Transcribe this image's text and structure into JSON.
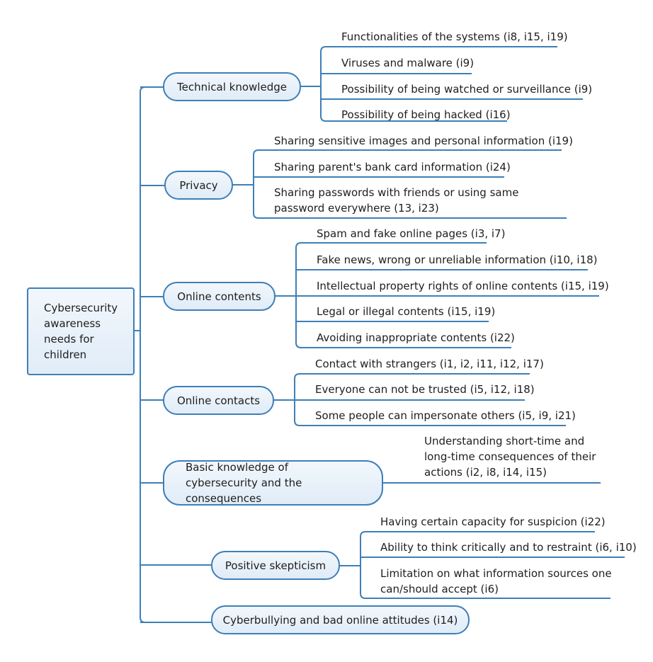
{
  "root": {
    "label": "Cybersecurity awareness needs for children"
  },
  "branches": [
    {
      "label": "Technical knowledge",
      "items": [
        "Functionalities of the systems (i8, i15, i19)",
        "Viruses and malware (i9)",
        "Possibility of being watched or surveillance (i9)",
        "Possibility of being hacked (i16)"
      ]
    },
    {
      "label": "Privacy",
      "items": [
        "Sharing sensitive images and personal information (i19)",
        "Sharing parent's bank card information (i24)",
        "Sharing passwords with friends or using same password everywhere (13, i23)"
      ]
    },
    {
      "label": "Online contents",
      "items": [
        "Spam and fake online pages (i3, i7)",
        "Fake news, wrong or unreliable information (i10, i18)",
        "Intellectual property rights of online contents (i15, i19)",
        "Legal or illegal contents (i15, i19)",
        "Avoiding inappropriate contents (i22)"
      ]
    },
    {
      "label": "Online contacts",
      "items": [
        "Contact with strangers (i1, i2, i11, i12, i17)",
        "Everyone can not be trusted (i5, i12, i18)",
        "Some people can impersonate others (i5, i9, i21)"
      ]
    },
    {
      "label": "Basic knowledge of cybersecurity and the consequences",
      "items": [
        "Understanding short-time and long-time  consequences of their actions (i2, i8, i14, i15)"
      ]
    },
    {
      "label": "Positive skepticism",
      "items": [
        "Having certain capacity for suspicion (i22)",
        "Ability to think critically and to restraint (i6, i10)",
        "Limitation on what information sources one can/should accept (i6)"
      ]
    },
    {
      "label": "Cyberbullying and bad online attitudes (i14)",
      "items": []
    }
  ]
}
